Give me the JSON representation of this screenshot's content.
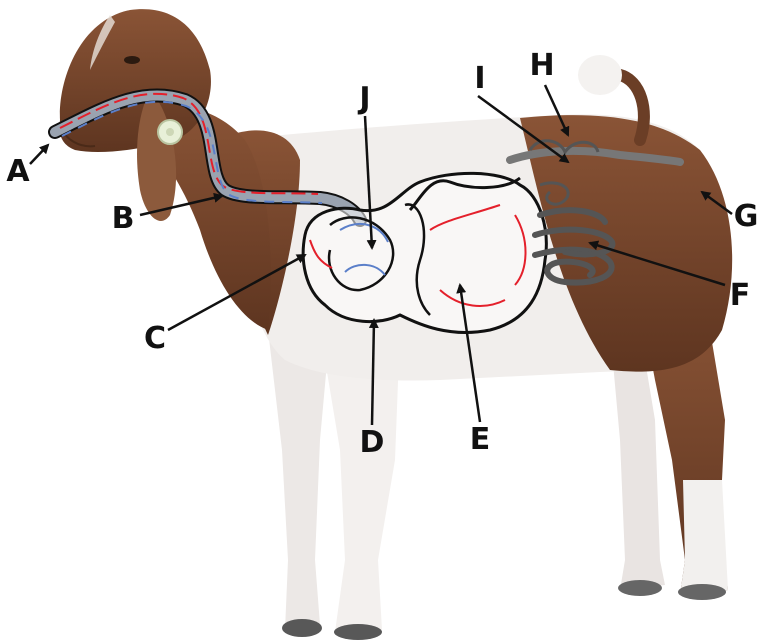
{
  "labels": {
    "a": "A",
    "b": "B",
    "c": "C",
    "d": "D",
    "e": "E",
    "f": "F",
    "g": "G",
    "h": "H",
    "i": "I",
    "j": "J"
  },
  "colors": {
    "coat_brown": "#7a4a30",
    "coat_white": "#f4f2f0",
    "organ_outline": "#111111",
    "flow_red": "#e4202b",
    "flow_blue": "#5b7fc9"
  }
}
